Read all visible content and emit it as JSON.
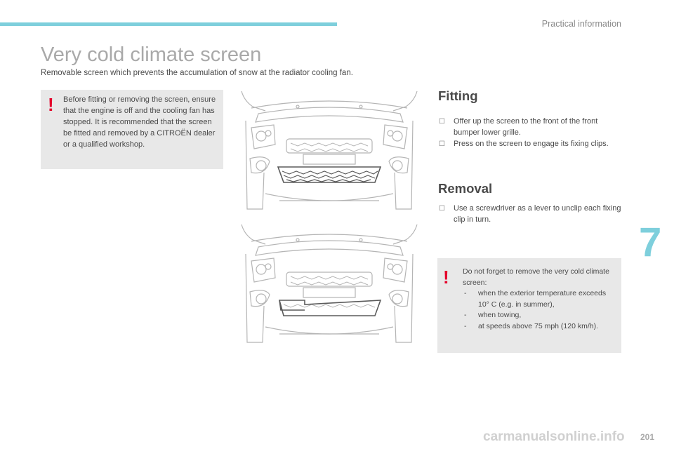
{
  "header": {
    "section": "Practical information",
    "accent_color": "#7ecfdc"
  },
  "page": {
    "title": "Very cold climate screen",
    "subtitle": "Removable screen which prevents the accumulation of snow at the radiator cooling fan."
  },
  "warning1": {
    "icon": "exclamation-icon",
    "text": "Before fitting or removing the screen, ensure that the engine is off and the cooling fan has stopped. It is recommended that the screen be fitted and removed by a CITROËN dealer or a qualified workshop."
  },
  "fitting": {
    "heading": "Fitting",
    "steps": [
      "Offer up the screen to the front of the front bumper lower grille.",
      "Press on the screen to engage its fixing clips."
    ]
  },
  "removal": {
    "heading": "Removal",
    "steps": [
      "Use a screwdriver as a lever to unclip each fixing clip in turn."
    ]
  },
  "warning2": {
    "icon": "exclamation-icon",
    "intro": "Do not forget to remove the very cold climate screen:",
    "items": [
      "when the exterior temperature exceeds 10° C (e.g. in summer),",
      "when towing,",
      "at speeds above 75 mph (120 km/h)."
    ]
  },
  "chapter_number": "7",
  "page_number": "201",
  "watermark": "carmanualsonline.info"
}
